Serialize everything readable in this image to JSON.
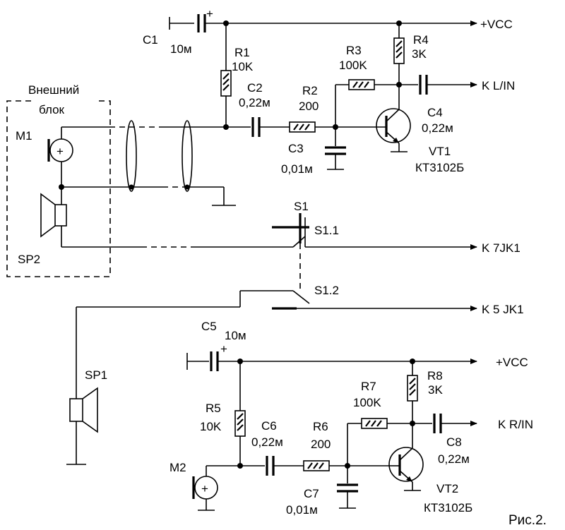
{
  "labels": {
    "c1": "C1",
    "c1_val": "10м",
    "c1_plus": "+",
    "vcc_top": "+VCC",
    "r1": "R1",
    "r1_val": "10K",
    "r3": "R3",
    "r3_val": "100K",
    "r4": "R4",
    "r4_val": "3K",
    "c2": "C2",
    "c2_val": "0,22м",
    "r2": "R2",
    "r2_val": "200",
    "c3": "C3",
    "c3_val": "0,01м",
    "c4": "C4",
    "c4_val": "0,22м",
    "vt1": "VT1",
    "vt1_type": "КТ3102Б",
    "out_l": "K L/IN",
    "ext_line1": "Внешний",
    "ext_line2": "блок",
    "m1": "M1",
    "sp2": "SP2",
    "s1": "S1",
    "s1_1": "S1.1",
    "s1_2": "S1.2",
    "out_7jk1": "K 7JK1",
    "out_5jk1": "K 5 JK1",
    "sp1": "SP1",
    "c5": "C5",
    "c5_val": "10м",
    "c5_plus": "+",
    "vcc_bot": "+VCC",
    "r5": "R5",
    "r5_val": "10K",
    "c6": "C6",
    "c6_val": "0,22м",
    "r6": "R6",
    "r6_val": "200",
    "r7": "R7",
    "r7_val": "100K",
    "r8": "R8",
    "r8_val": "3K",
    "c7": "C7",
    "c7_val": "0,01м",
    "c8": "C8",
    "c8_val": "0,22м",
    "out_r": "K R/IN",
    "m2": "M2",
    "vt2": "VT2",
    "vt2_type": "КТ3102Б",
    "fig": "Рис.2.",
    "mic_plus": "+"
  },
  "colors": {
    "ink": "#000000",
    "paper": "#ffffff"
  }
}
